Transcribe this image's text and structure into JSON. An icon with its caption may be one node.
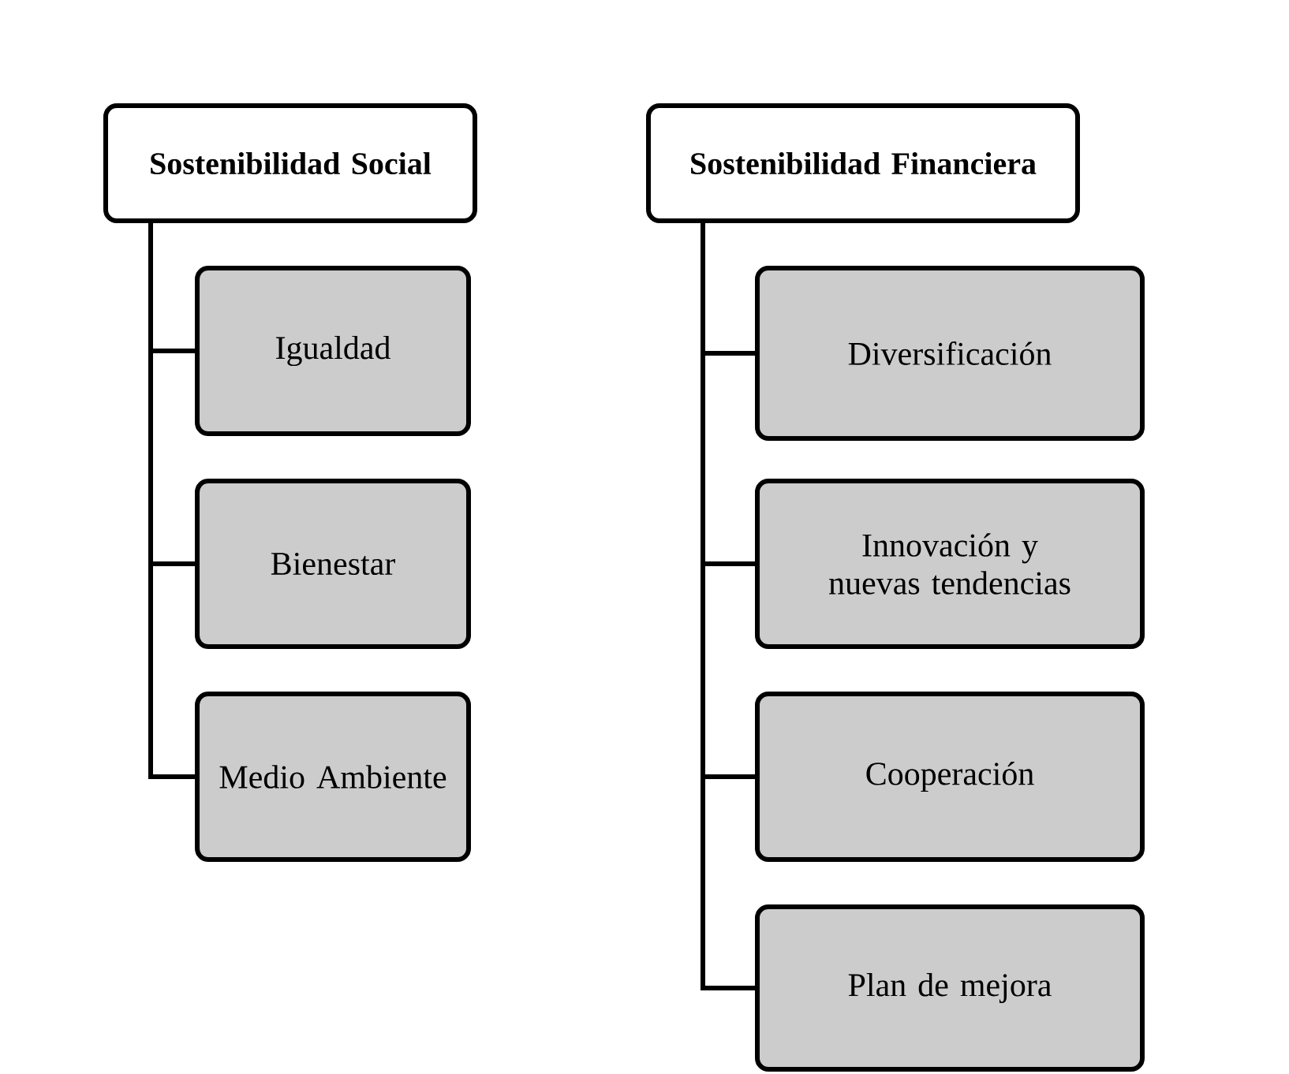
{
  "diagram": {
    "nodes": [
      {
        "text": [
          "Sostenibilidad Social"
        ]
      },
      {
        "text": [
          "Igualdad"
        ]
      },
      {
        "text": [
          "Bienestar"
        ]
      },
      {
        "text": [
          "Medio Ambiente"
        ]
      },
      {
        "text": [
          "Sostenibilidad Financiera"
        ]
      },
      {
        "text": [
          "Diversificación"
        ]
      },
      {
        "text": [
          "Innovación y nuevas tendencias"
        ]
      },
      {
        "text": [
          "Cooperación"
        ]
      },
      {
        "text": [
          "Plan de mejora"
        ]
      }
    ],
    "edges": [
      {
        "from": 0,
        "to": 1,
        "arrow": "none"
      },
      {
        "from": 0,
        "to": 2,
        "arrow": "none"
      },
      {
        "from": 0,
        "to": 3,
        "arrow": "none"
      },
      {
        "from": 4,
        "to": 5,
        "arrow": "none"
      },
      {
        "from": 4,
        "to": 6,
        "arrow": "none"
      },
      {
        "from": 4,
        "to": 7,
        "arrow": "none"
      },
      {
        "from": 4,
        "to": 8,
        "arrow": "none"
      }
    ]
  }
}
